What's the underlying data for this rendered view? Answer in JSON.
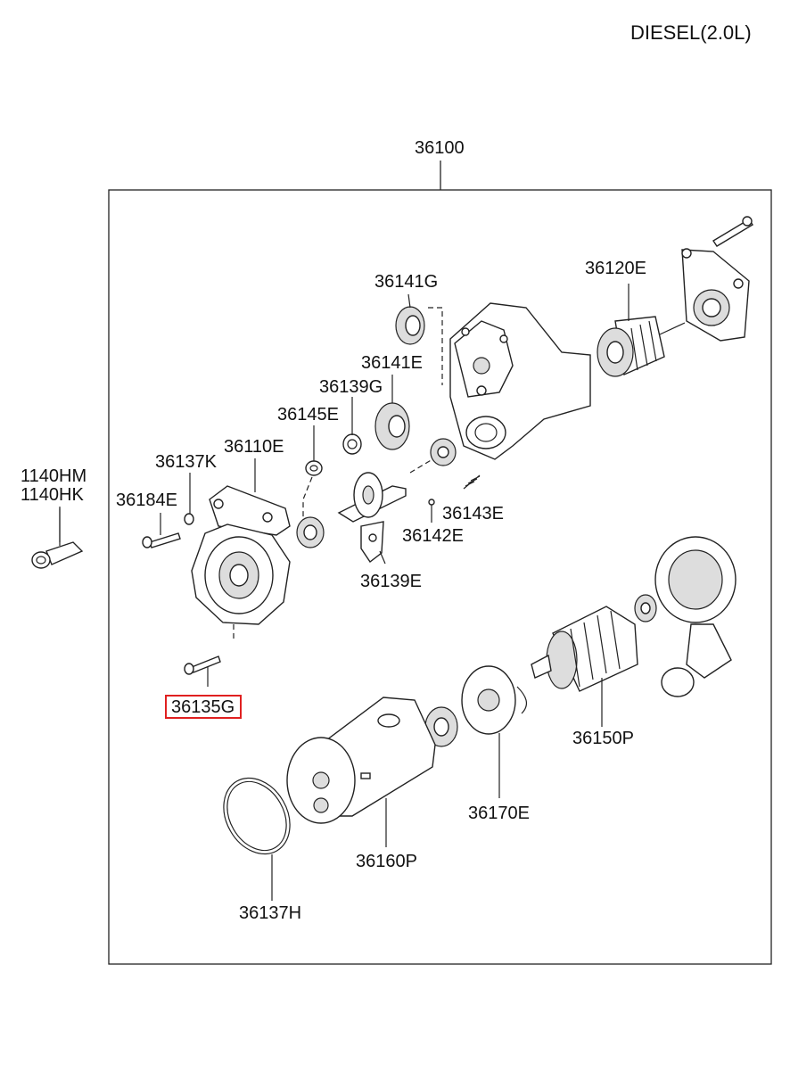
{
  "header": {
    "engine_label": "DIESEL(2.0L)"
  },
  "assembly": {
    "part_number": "36100"
  },
  "parts": [
    {
      "id": "1140HM",
      "label": "1140HM"
    },
    {
      "id": "1140HK",
      "label": "1140HK"
    },
    {
      "id": "36141G",
      "label": "36141G"
    },
    {
      "id": "36120E",
      "label": "36120E"
    },
    {
      "id": "36141E",
      "label": "36141E"
    },
    {
      "id": "36139G",
      "label": "36139G"
    },
    {
      "id": "36145E",
      "label": "36145E"
    },
    {
      "id": "36137K",
      "label": "36137K"
    },
    {
      "id": "36110E",
      "label": "36110E"
    },
    {
      "id": "36184E",
      "label": "36184E"
    },
    {
      "id": "36143E",
      "label": "36143E"
    },
    {
      "id": "36142E",
      "label": "36142E"
    },
    {
      "id": "36139E",
      "label": "36139E"
    },
    {
      "id": "36135G",
      "label": "36135G",
      "highlighted": true
    },
    {
      "id": "36150P",
      "label": "36150P"
    },
    {
      "id": "36170E",
      "label": "36170E"
    },
    {
      "id": "36160P",
      "label": "36160P"
    },
    {
      "id": "36137H",
      "label": "36137H"
    }
  ],
  "colors": {
    "highlight": "#e02020",
    "line": "#222222",
    "background": "#ffffff"
  }
}
